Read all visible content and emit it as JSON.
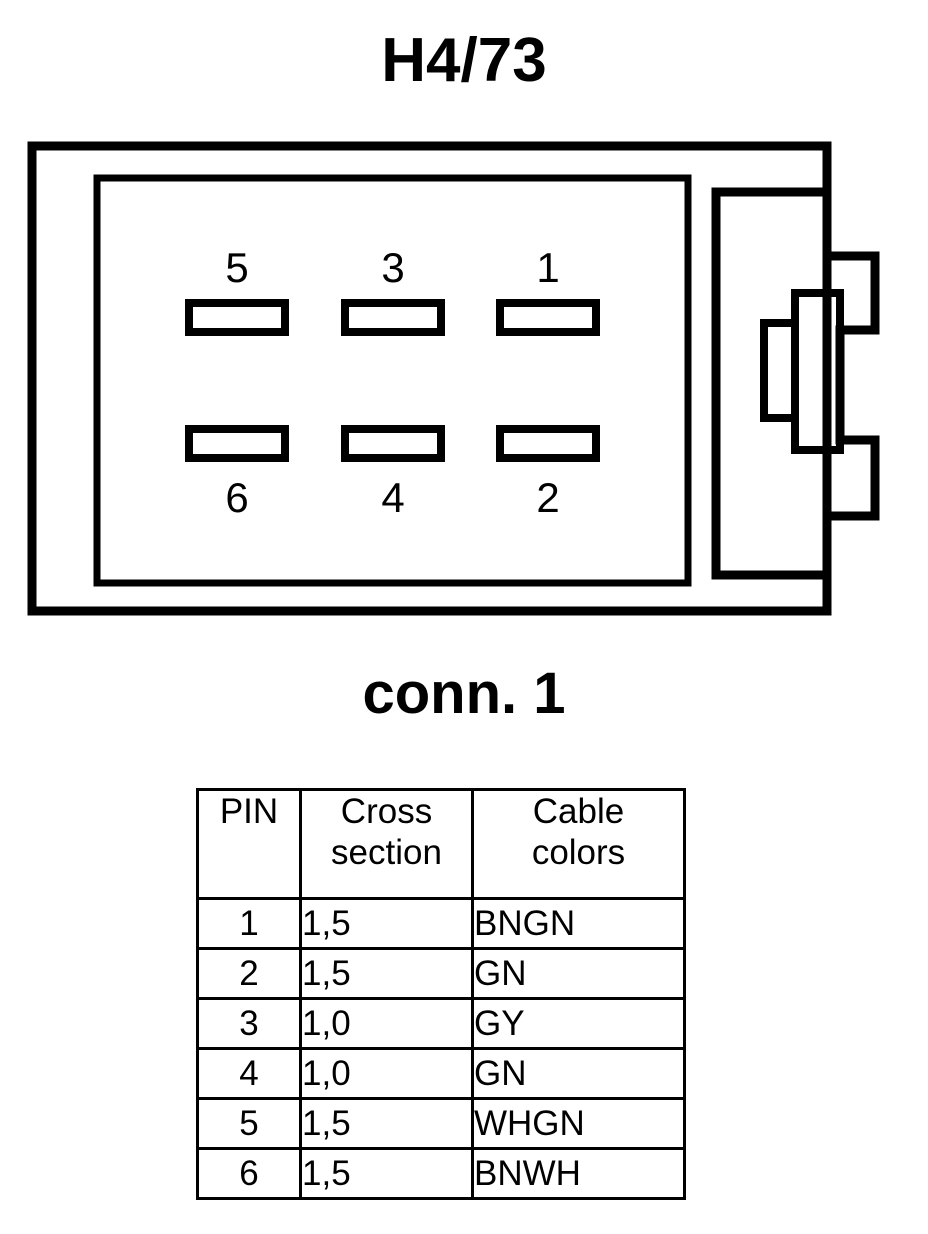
{
  "connector": {
    "title": "H4/73",
    "caption": "conn. 1",
    "rows": {
      "top": [
        {
          "pin": "5"
        },
        {
          "pin": "3"
        },
        {
          "pin": "1"
        }
      ],
      "bottom": [
        {
          "pin": "6"
        },
        {
          "pin": "4"
        },
        {
          "pin": "2"
        }
      ]
    },
    "stroke_color": "#000000",
    "fill_color": "#ffffff"
  },
  "table": {
    "headers": {
      "pin": "PIN",
      "cross_line1": "Cross",
      "cross_line2": "section",
      "colors_line1": "Cable",
      "colors_line2": "colors"
    },
    "rows": [
      {
        "pin": "1",
        "cross_section": "1,5",
        "cable_colors": "BNGN"
      },
      {
        "pin": "2",
        "cross_section": "1,5",
        "cable_colors": "GN"
      },
      {
        "pin": "3",
        "cross_section": "1,0",
        "cable_colors": "GY"
      },
      {
        "pin": "4",
        "cross_section": "1,0",
        "cable_colors": "GN"
      },
      {
        "pin": "5",
        "cross_section": "1,5",
        "cable_colors": "WHGN"
      },
      {
        "pin": "6",
        "cross_section": "1,5",
        "cable_colors": "BNWH"
      }
    ]
  }
}
